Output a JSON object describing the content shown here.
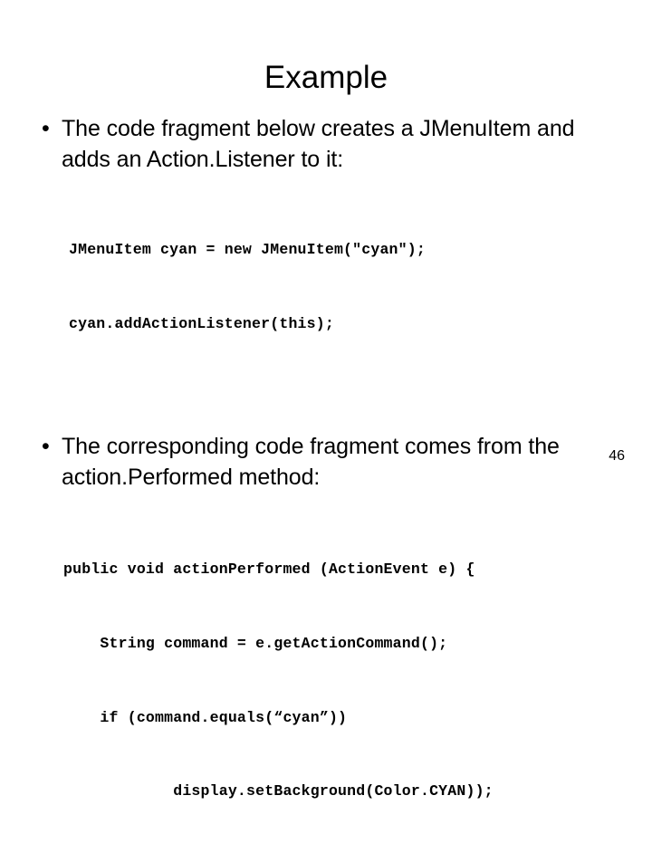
{
  "slide": {
    "title": "Example",
    "page_number": "46",
    "background_color": "#ffffff",
    "text_color": "#000000",
    "bullets": [
      {
        "marker": "•",
        "text": "The code fragment below creates a JMenuItem and adds an Action.Listener to it:"
      },
      {
        "marker": "•",
        "text": "The corresponding code fragment comes from the action.Performed method:"
      }
    ],
    "code_block_1": [
      "JMenuItem cyan = new JMenuItem(\"cyan\");",
      "cyan.addActionListener(this);"
    ],
    "code_block_2": [
      "public void actionPerformed (ActionEvent e) {",
      "    String command = e.getActionCommand();",
      "    if (command.equals(“cyan”))",
      "            display.setBackground(Color.CYAN));"
    ]
  }
}
